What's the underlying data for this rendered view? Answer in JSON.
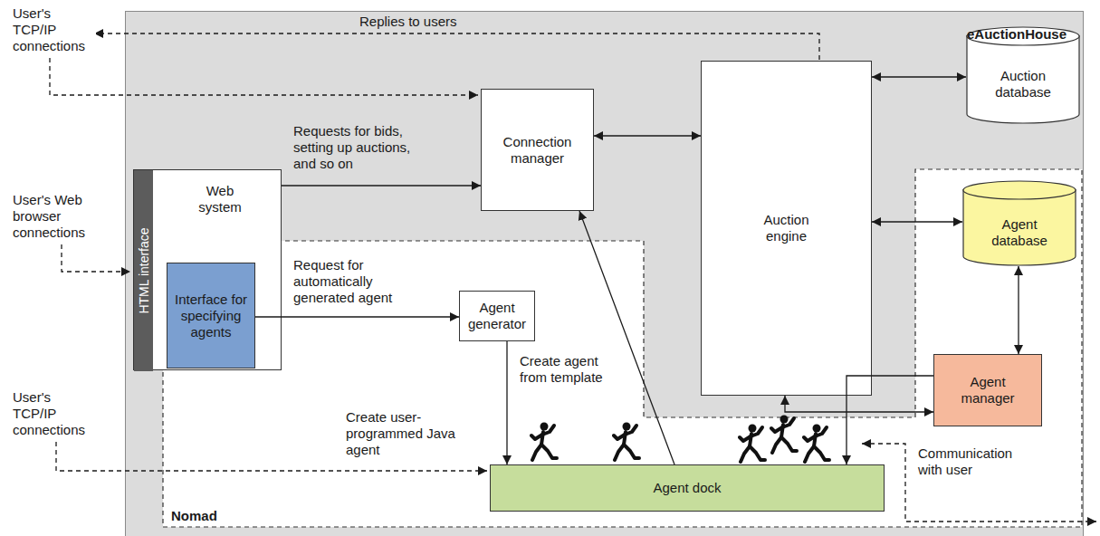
{
  "diagram": {
    "nodes": [
      {
        "text": [
          "eAuctionHouse"
        ]
      },
      {
        "text": [
          "Nomad"
        ],
        "in": 0
      },
      {
        "text": [
          "Web system"
        ],
        "in": 0
      },
      {
        "text": [
          "HTML interface"
        ],
        "in": 2
      },
      {
        "text": [
          "Interface for specifying agents"
        ],
        "in": 2
      },
      {
        "text": [
          "Connection manager"
        ],
        "in": 0
      },
      {
        "text": [
          "Auction engine"
        ],
        "in": 0
      },
      {
        "text": [
          "Auction database"
        ],
        "in": 0
      },
      {
        "text": [
          "Agent database"
        ],
        "in": 1
      },
      {
        "text": [
          "Agent generator"
        ],
        "in": 1
      },
      {
        "text": [
          "Agent manager"
        ],
        "in": 1
      },
      {
        "text": [
          "Agent dock"
        ],
        "in": 1
      }
    ],
    "edges": [
      {
        "from": 2,
        "to": 5,
        "arrow": "to",
        "label": "Requests for bids, setting up auctions, and so on"
      },
      {
        "from": 5,
        "to": 6,
        "arrow": "both"
      },
      {
        "from": 6,
        "to": 7,
        "arrow": "both"
      },
      {
        "from": 6,
        "to": 8,
        "arrow": "both"
      },
      {
        "from": 4,
        "to": 9,
        "arrow": "to",
        "label": "Request for automatically generated agent"
      },
      {
        "from": 9,
        "to": 11,
        "arrow": "to",
        "label": "Create agent from template"
      },
      {
        "from": 11,
        "to": 5,
        "arrow": "to"
      },
      {
        "from": 10,
        "to": 11,
        "arrow": "to"
      },
      {
        "from": 8,
        "to": 10,
        "arrow": "both"
      },
      {
        "from": 6,
        "to": 10,
        "arrow": "both"
      }
    ],
    "labels": [
      "User's TCP/IP connections",
      "Replies to users",
      "User's Web browser connections",
      "User's TCP/IP connections",
      "Create user-programmed Java agent",
      "Communication with user"
    ]
  }
}
